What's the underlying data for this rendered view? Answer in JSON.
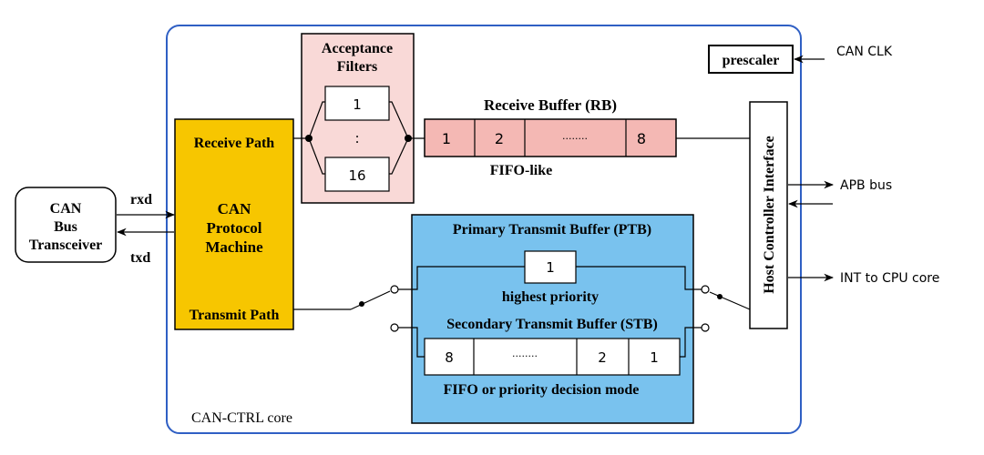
{
  "diagram": {
    "core_label": "CAN-CTRL core",
    "prescaler_label": "prescaler",
    "can_clk_label": "CAN CLK",
    "transceiver": {
      "line1": "CAN",
      "line2": "Bus",
      "line3": "Transceiver"
    },
    "rxd_label": "rxd",
    "txd_label": "txd",
    "protocol_machine": {
      "receive_path": "Receive Path",
      "line1": "CAN",
      "line2": "Protocol",
      "line3": "Machine",
      "transmit_path": "Transmit Path"
    },
    "acceptance_filters": {
      "title1": "Acceptance",
      "title2": "Filters",
      "first": "1",
      "ellipsis": ":",
      "last": "16"
    },
    "receive_buffer": {
      "title": "Receive Buffer (RB)",
      "cells": [
        "1",
        "2",
        "········",
        "8"
      ],
      "note": "FIFO-like"
    },
    "host_interface_label": "Host Controller Interface",
    "apb_bus_label": "APB bus",
    "int_label": "INT to CPU core",
    "ptb": {
      "title": "Primary Transmit Buffer (PTB)",
      "cell": "1",
      "note": "highest priority"
    },
    "stb": {
      "title": "Secondary Transmit Buffer (STB)",
      "cells": [
        "8",
        "········",
        "2",
        "1"
      ],
      "note": "FIFO or  priority decision mode"
    },
    "colors": {
      "core_border": "#2f5fc4",
      "protocol_fill": "#f7c600",
      "filter_fill": "#f9d9d7",
      "rb_fill": "#f4b8b4",
      "tx_fill": "#79c2ee"
    }
  }
}
